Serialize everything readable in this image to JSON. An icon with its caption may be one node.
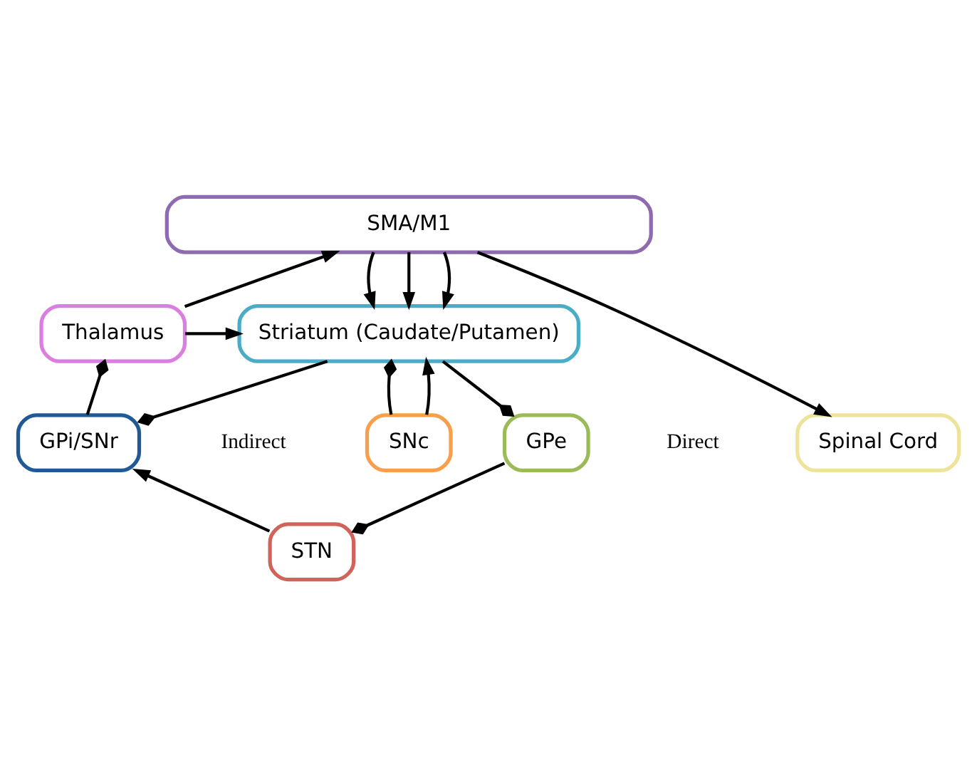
{
  "diagram": {
    "nodes": [
      {
        "text": [
          "SMA/M1"
        ]
      },
      {
        "text": [
          "Striatum (Caudate/Putamen)"
        ]
      },
      {
        "text": [
          "Thalamus"
        ]
      },
      {
        "text": [
          "SNc"
        ]
      },
      {
        "text": [
          "Spinal Cord"
        ]
      },
      {
        "text": [
          "GPe"
        ]
      },
      {
        "text": [
          "GPi/SNr"
        ]
      },
      {
        "text": [
          "STN"
        ]
      }
    ],
    "edges": [
      {
        "from": 0,
        "to": 1,
        "arrow": "to"
      },
      {
        "from": 0,
        "to": 1,
        "arrow": "to"
      },
      {
        "from": 0,
        "to": 1,
        "arrow": "to"
      },
      {
        "from": 2,
        "to": 1,
        "arrow": "to"
      },
      {
        "from": 2,
        "to": 0,
        "arrow": "to"
      },
      {
        "from": 0,
        "to": 4,
        "arrow": "to"
      },
      {
        "from": 3,
        "to": 1,
        "arrow": "other"
      },
      {
        "from": 3,
        "to": 1,
        "arrow": "to"
      },
      {
        "from": 1,
        "to": 5,
        "arrow": "other"
      },
      {
        "from": 1,
        "to": 6,
        "arrow": "other"
      },
      {
        "from": 5,
        "to": 7,
        "arrow": "other"
      },
      {
        "from": 7,
        "to": 6,
        "arrow": "to"
      },
      {
        "from": 6,
        "to": 2,
        "arrow": "other"
      }
    ],
    "labels": [
      "Direct",
      "Indirect"
    ]
  }
}
